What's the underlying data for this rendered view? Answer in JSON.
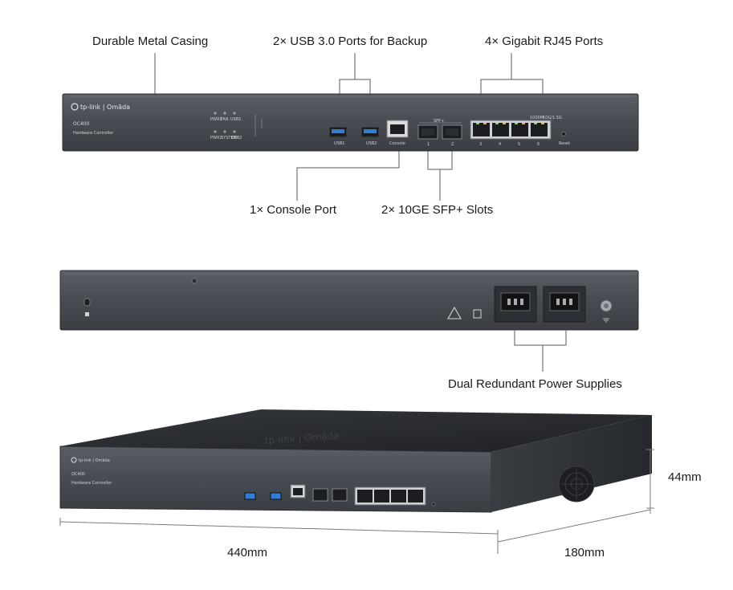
{
  "front_callouts": {
    "casing": "Durable Metal Casing",
    "usb": "2× USB 3.0 Ports for Backup",
    "rj45": "4× Gigabit RJ45 Ports",
    "console": "1× Console Port",
    "sfp": "2× 10GE SFP+ Slots"
  },
  "rear_callouts": {
    "power": "Dual Redundant Power Supplies"
  },
  "dimensions": {
    "height": "44mm",
    "width": "440mm",
    "depth": "180mm"
  },
  "device": {
    "brand": "tp-link | Omāda",
    "model": "OC400",
    "subtitle": "Hardware Controller",
    "led_labels": [
      "PWR1",
      "FAN",
      "USB1",
      "PWR2",
      "SYSTEM",
      "USB2"
    ],
    "usb_labels": [
      "USB1",
      "USB2"
    ],
    "console_label": "Console",
    "sfp_header": "SFP+",
    "sfp_labels": [
      "1",
      "2"
    ],
    "rj45_header": [
      "1000M",
      "10G/1.5G"
    ],
    "rj45_labels": [
      "3",
      "4",
      "5",
      "6"
    ],
    "reset_label": "Reset"
  },
  "colors": {
    "chassis": "#4a4f55",
    "chassis_dark": "#2e3237",
    "chassis_top": "#2a2d31",
    "usb_blue": "#2f7fd6",
    "callout_line": "#555a60"
  }
}
